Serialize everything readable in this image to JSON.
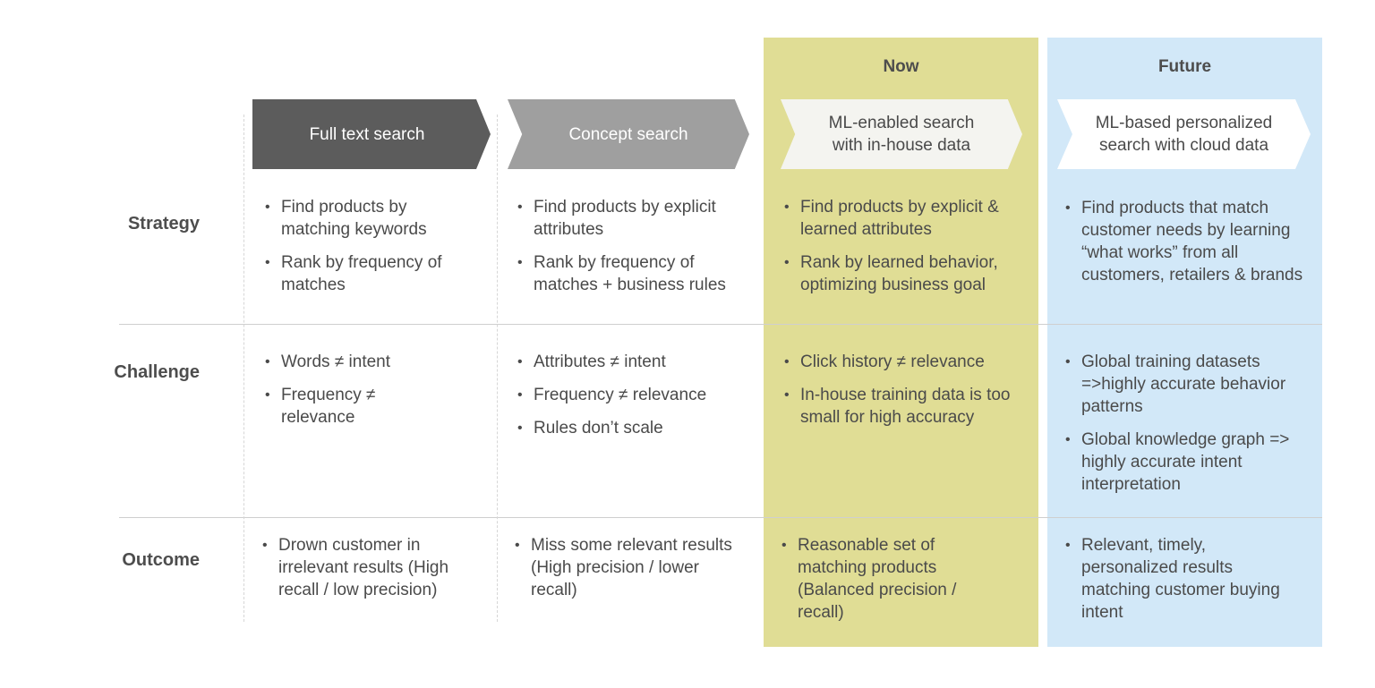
{
  "columns": [
    {
      "stage": "Full text search"
    },
    {
      "stage": "Concept search"
    },
    {
      "header": "Now",
      "stage": "ML-enabled  search with in-house data"
    },
    {
      "header": "Future",
      "stage": "ML-based personalized search with cloud data"
    }
  ],
  "rows": [
    {
      "label": "Strategy",
      "cells": [
        [
          "Find products by matching keywords",
          "Rank by frequency of matches"
        ],
        [
          "Find products by explicit attributes",
          "Rank by frequency of matches + business rules"
        ],
        [
          "Find products by explicit & learned attributes",
          "Rank by learned behavior, optimizing business goal"
        ],
        [
          "Find products that match customer needs by learning “what works” from all customers, retailers & brands"
        ]
      ]
    },
    {
      "label": "Challenge",
      "cells": [
        [
          "Words ≠ intent",
          "Frequency ≠ relevance"
        ],
        [
          "Attributes ≠ intent",
          "Frequency ≠ relevance",
          "Rules don’t scale"
        ],
        [
          "Click history ≠ relevance",
          "In-house training data is too small for high accuracy"
        ],
        [
          "Global training datasets =>highly accurate behavior patterns",
          "Global knowledge graph => highly accurate intent interpretation"
        ]
      ]
    },
    {
      "label": "Outcome",
      "cells": [
        [
          "Drown customer in irrelevant results (High recall / low precision)"
        ],
        [
          "Miss some relevant results (High precision / lower recall)"
        ],
        [
          "Reasonable set of matching products (Balanced precision / recall)"
        ],
        [
          "Relevant, timely, personalized results matching customer buying intent"
        ]
      ]
    }
  ],
  "colors": {
    "stage1": "#5c5c5c",
    "stage2": "#9f9f9f",
    "now_bg": "#e0dd95",
    "future_bg": "#d2e8f8"
  }
}
